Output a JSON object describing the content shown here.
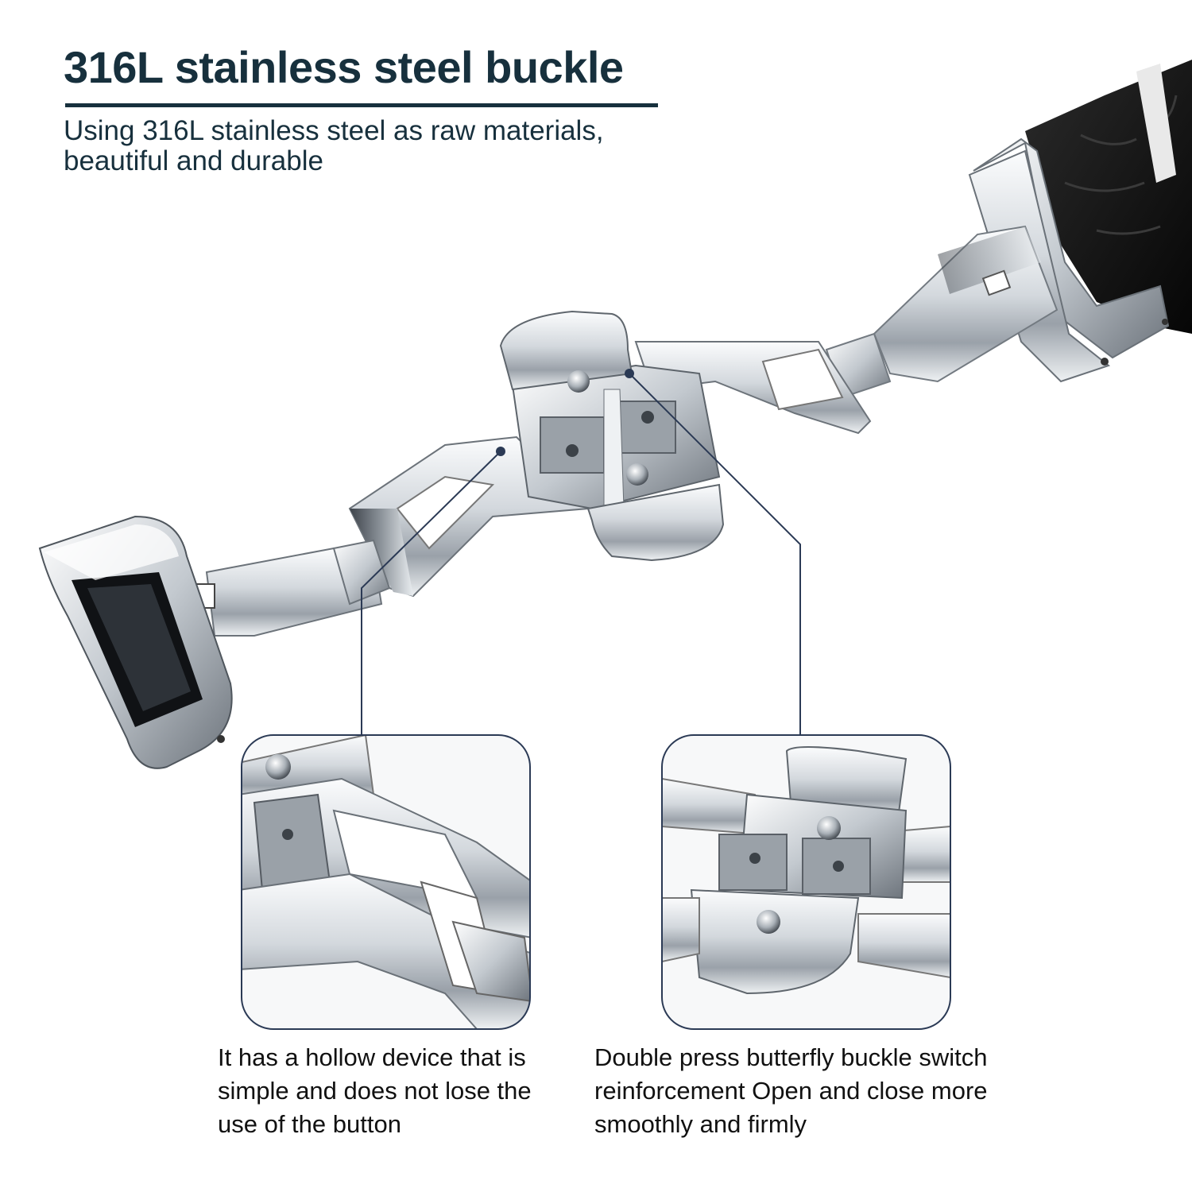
{
  "heading": {
    "title": "316L stainless steel buckle",
    "subtitle": "Using 316L stainless steel as raw materials, beautiful and durable"
  },
  "callouts": [
    {
      "caption": "It has a hollow device that is simple and does not lose the use of the button"
    },
    {
      "caption": "Double press butterfly buckle switch reinforcement Open and close more smoothly and firmly"
    }
  ],
  "colors": {
    "heading": "#17303d",
    "leader_line": "#2b3a55",
    "frame": "#2b3a55",
    "steel_light": "#f4f6f8",
    "steel_mid": "#b9bfc6",
    "steel_dark": "#5b626b",
    "leather": "#151515"
  },
  "icons": [
    "buckle-product-photo",
    "leather-strap",
    "detail-zoom-hollow",
    "detail-zoom-butterfly"
  ]
}
